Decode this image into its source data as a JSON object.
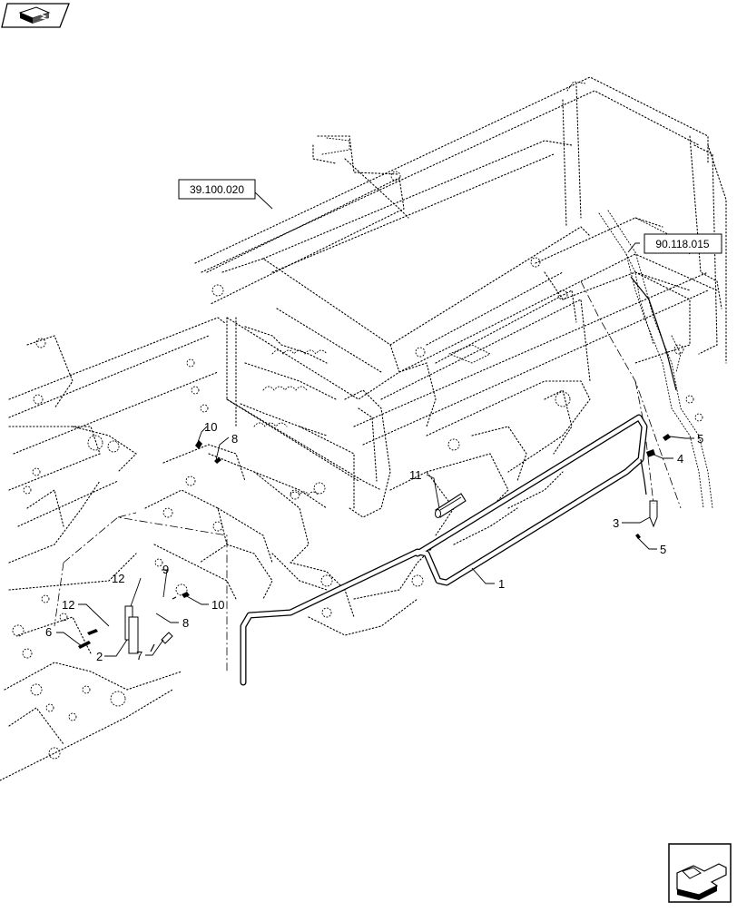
{
  "references": [
    {
      "id": "ref-39-100-020",
      "text": "39.100.020"
    },
    {
      "id": "ref-90-118-015",
      "text": "90.118.015"
    }
  ],
  "callouts": [
    "1",
    "2",
    "3",
    "4",
    "5",
    "5",
    "6",
    "7",
    "8",
    "8",
    "9",
    "10",
    "10",
    "11",
    "12",
    "12"
  ],
  "icons": {
    "top_left": "prev-page-arrow-icon",
    "bottom_right": "next-page-arrow-icon"
  }
}
